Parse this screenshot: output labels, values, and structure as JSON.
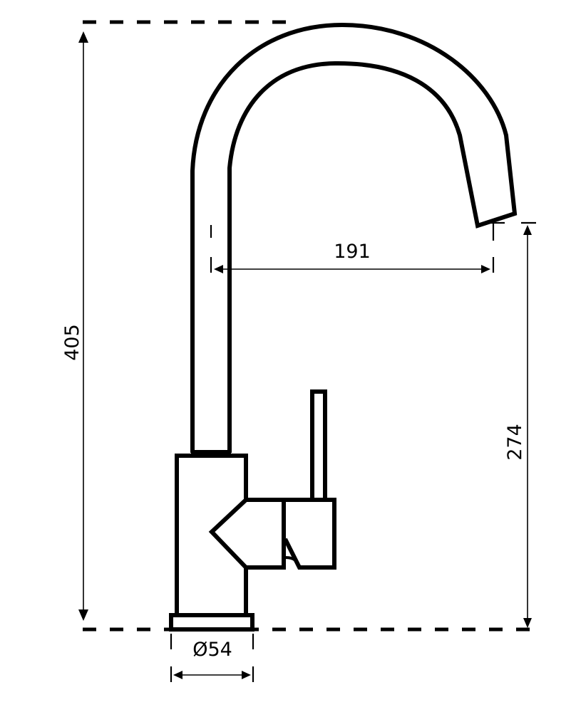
{
  "diagram": {
    "subject": "Kitchen faucet with swivel spout — side elevation",
    "units": "mm",
    "line_color": "#000000",
    "background": "#ffffff",
    "dimensions": {
      "total_height": {
        "label": "405",
        "orientation": "vertical"
      },
      "spout_reach": {
        "label": "191",
        "orientation": "horizontal"
      },
      "spout_outlet_height": {
        "label": "274",
        "orientation": "vertical"
      },
      "base_diameter": {
        "label": "Ø54",
        "orientation": "horizontal"
      }
    },
    "reference_lines": {
      "top": "dashed top-of-spout line",
      "bottom": "dashed mounting surface line"
    },
    "parts": [
      "spout",
      "body",
      "lever-handle",
      "cartridge-housing",
      "base-plate"
    ]
  }
}
